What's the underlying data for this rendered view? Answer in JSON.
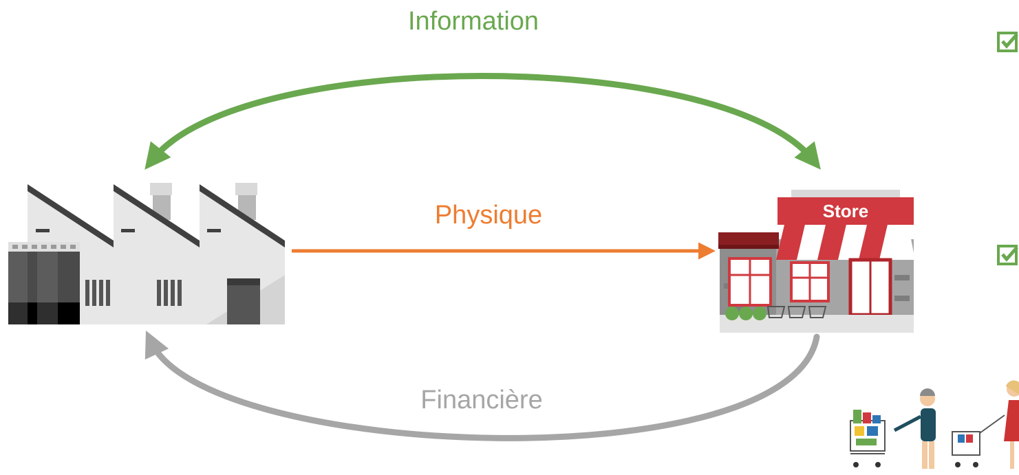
{
  "flows": {
    "information": {
      "label": "Information",
      "color": "#6aa84f"
    },
    "physique": {
      "label": "Physique",
      "color": "#ed7d31"
    },
    "financiere": {
      "label": "Financière",
      "color": "#a6a6a6"
    }
  },
  "nodes": {
    "factory": {
      "icon": "factory-icon"
    },
    "store": {
      "icon": "store-icon",
      "sign": "Store",
      "accent": "#d0393f"
    }
  },
  "sidebar": {
    "checkboxes": [
      "checkbox-checked-icon",
      "checkbox-checked-icon"
    ],
    "illustration": "shoppers-with-carts-icon"
  }
}
